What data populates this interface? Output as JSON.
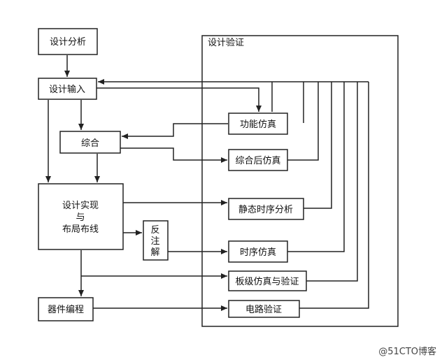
{
  "diagram": {
    "frame_title": "设计验证",
    "nodes": {
      "design_analysis": "设计分析",
      "design_input": "设计输入",
      "synthesis": "综合",
      "implementation": [
        "设计实现",
        "与",
        "布局布线"
      ],
      "back_annotation": [
        "反",
        "注",
        "解"
      ],
      "device_programming": "器件编程",
      "functional_sim": "功能仿真",
      "post_synth_sim": "综合后仿真",
      "static_timing": "静态时序分析",
      "timing_sim": "时序仿真",
      "board_sim": "板级仿真与验证",
      "circuit_verify": "电路验证"
    }
  },
  "watermark": "@51CTO博客"
}
